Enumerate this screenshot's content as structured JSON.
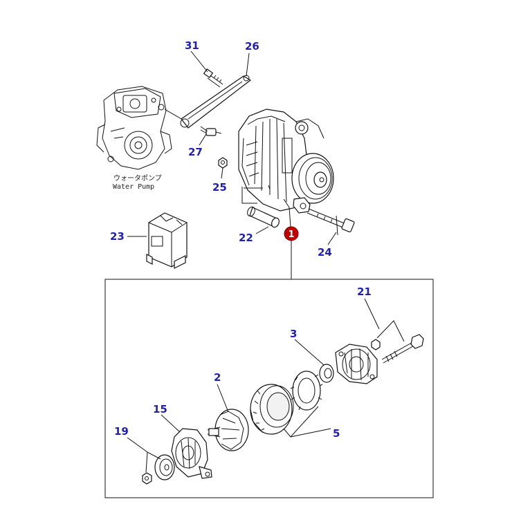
{
  "water_pump": {
    "caption_jp": "ウォータポンプ",
    "caption_en": "Water Pump"
  },
  "labels": {
    "p31": "31",
    "p26": "26",
    "p27": "27",
    "p25": "25",
    "p23": "23",
    "p22": "22",
    "p24": "24",
    "p21": "21",
    "p3": "3",
    "p2": "2",
    "p15": "15",
    "p19": "19",
    "p5": "5"
  },
  "callout": {
    "number": "1",
    "color": "#c40000"
  },
  "colors": {
    "label": "#1f1fb8",
    "line": "#111111"
  }
}
